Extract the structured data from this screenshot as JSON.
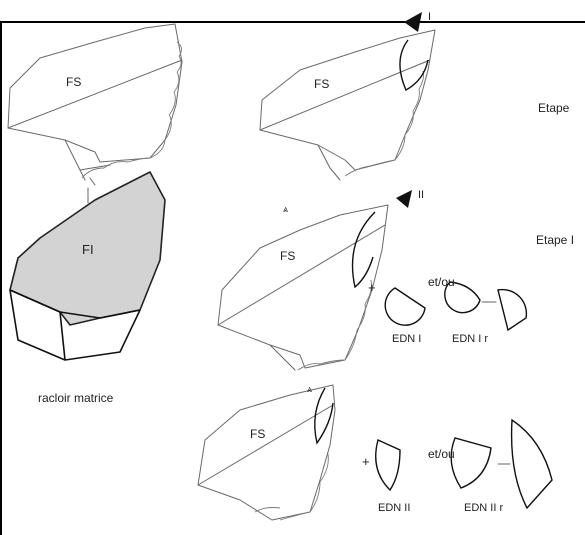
{
  "labels": {
    "fs_top_left": "FS",
    "fs_top_mid": "FS",
    "fs_middle": "FS",
    "fs_bottom": "FS",
    "fi": "FI",
    "racloir": "racloir matrice",
    "etape_1": "Etape",
    "etape_2": "Etape I",
    "arrow_1": "I",
    "arrow_2": "II",
    "plus_1": "+",
    "plus_2": "+",
    "etou_1": "et/ou",
    "etou_2": "et/ou",
    "edn_1": "EDN I",
    "edn_1r": "EDN I r",
    "edn_2": "EDN II",
    "edn_2r": "EDN II r"
  },
  "colors": {
    "shaded_face": "#d3d3d3",
    "line": "#666666",
    "frame": "#000000"
  }
}
